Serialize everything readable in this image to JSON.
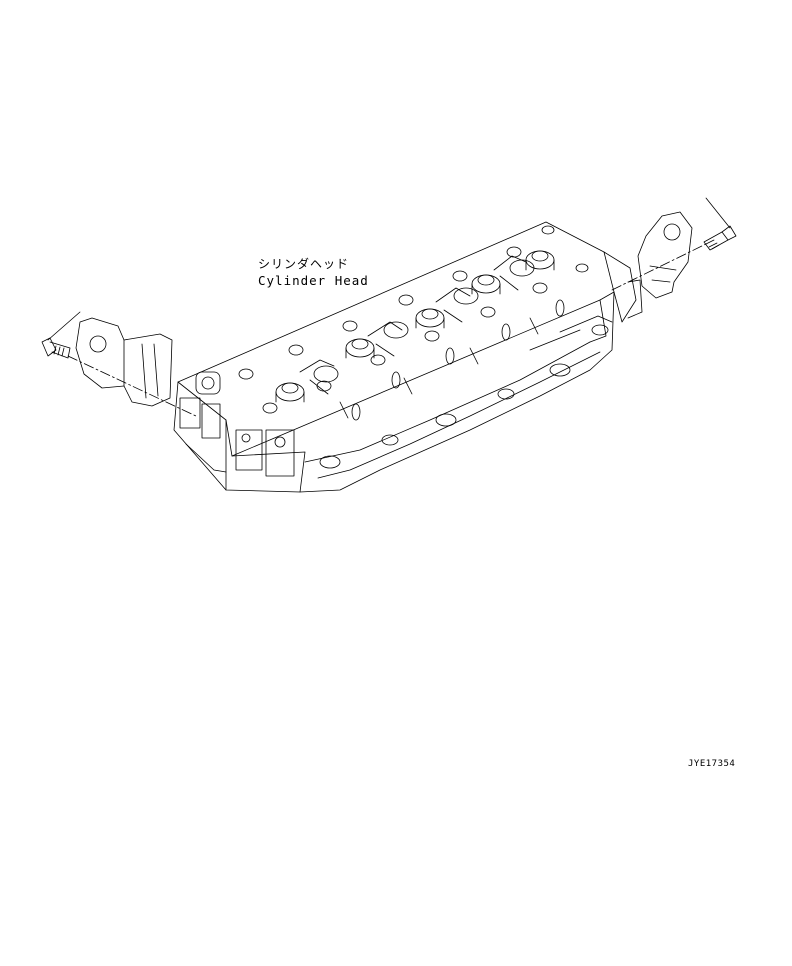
{
  "labels": {
    "part_name_jp": "シリンダヘッド",
    "part_name_en": "Cylinder Head"
  },
  "figure_id": "JYE17354",
  "colors": {
    "line": "#000000",
    "background": "#ffffff"
  }
}
